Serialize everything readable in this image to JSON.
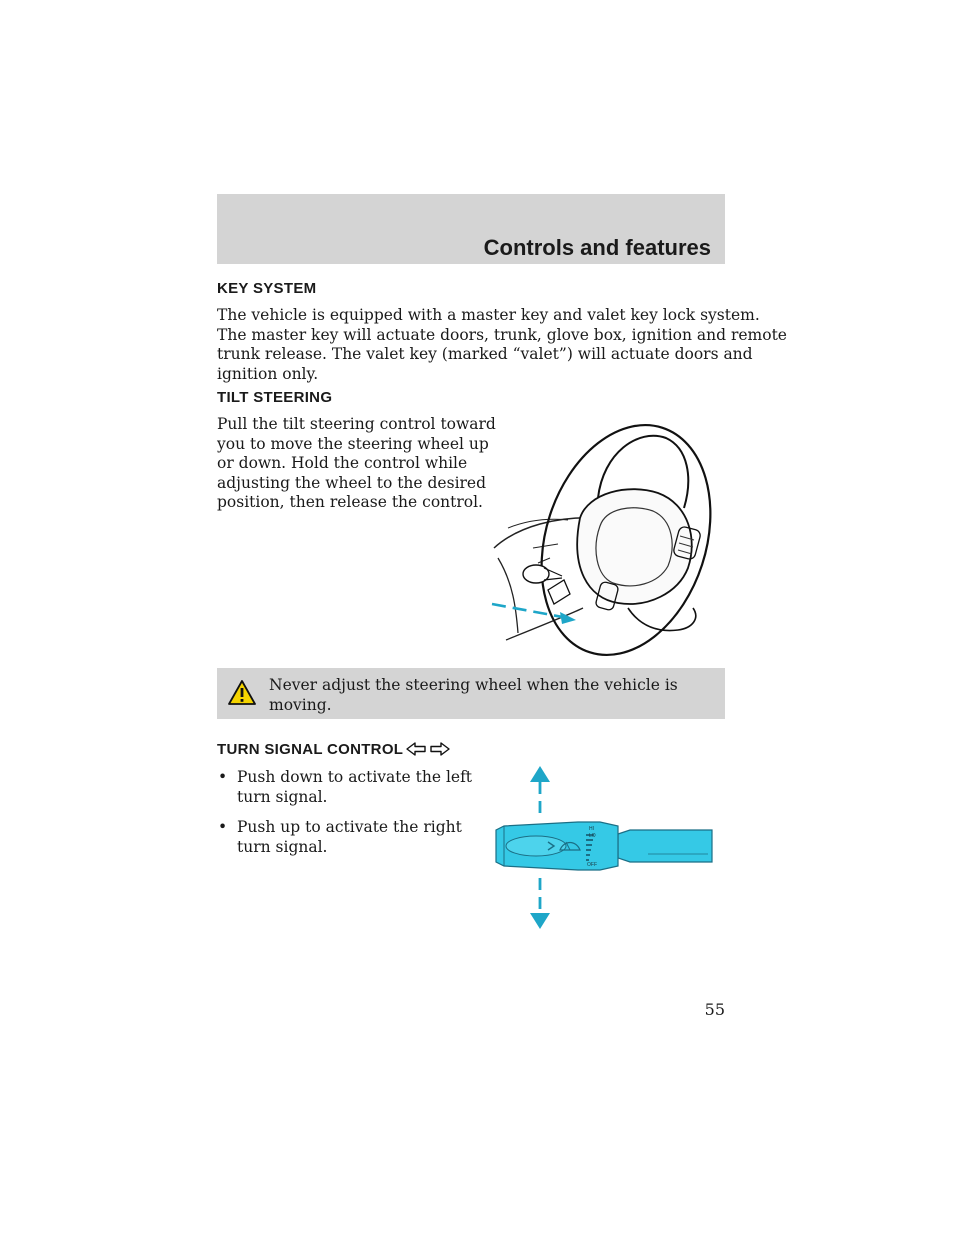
{
  "header": {
    "section_title": "Controls and features"
  },
  "key_system": {
    "heading": "KEY SYSTEM",
    "lines": [
      "The vehicle is equipped with a master key and valet key lock system.",
      "The master key will actuate doors, trunk, glove box, ignition and remote",
      "trunk release. The valet key (marked “valet”) will actuate doors and",
      "ignition only."
    ]
  },
  "tilt_steering": {
    "heading": "TILT STEERING",
    "lines": [
      "Pull the tilt steering control toward",
      "you to move the steering wheel up",
      "or down. Hold the control while",
      "adjusting the wheel to the desired",
      "position, then release the control."
    ]
  },
  "warning": {
    "text": "Never adjust the steering wheel when the vehicle is moving."
  },
  "turn_signal": {
    "heading": "TURN SIGNAL CONTROL",
    "bullet_symbol": "•",
    "items": [
      "Push down to activate the left turn signal.",
      "Push up to activate the right turn signal."
    ],
    "stalk_labels": {
      "hi": "HI",
      "lo": "LO",
      "off": "OFF"
    }
  },
  "page": {
    "number": "55"
  },
  "colors": {
    "band": "#d4d4d4",
    "accent_cyan": "#1ea6c8",
    "stalk": "#35c9e6"
  }
}
